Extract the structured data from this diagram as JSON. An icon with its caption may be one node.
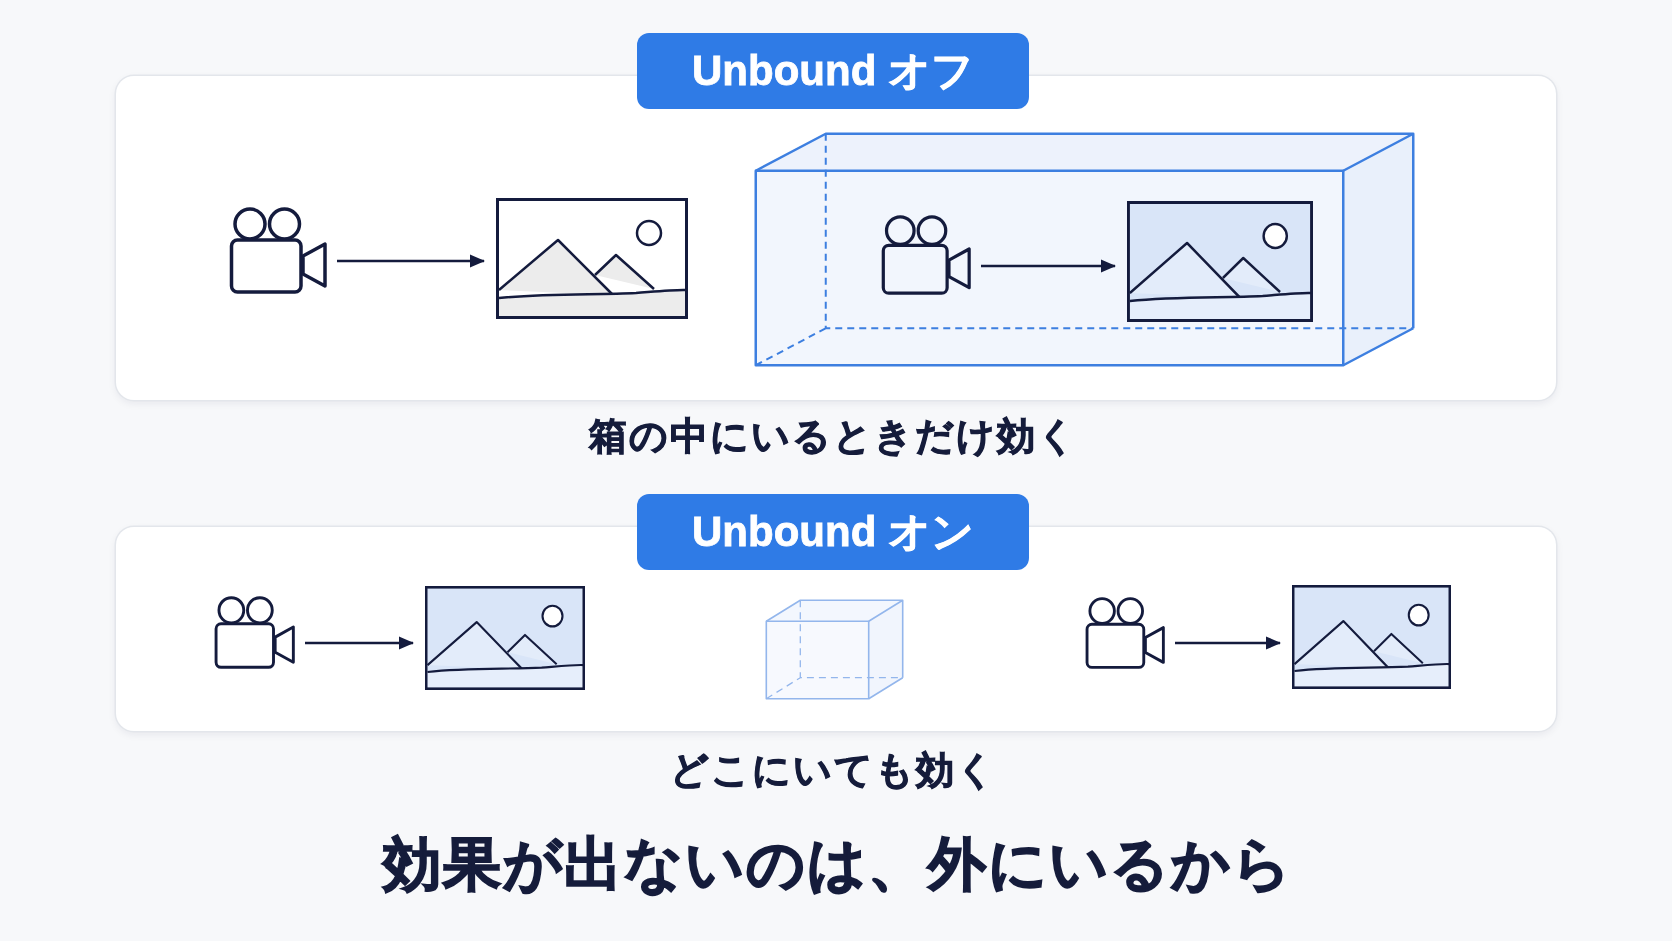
{
  "diagram": {
    "caption": "効果が出ないのは、外にいるから",
    "nodes": [
      {
        "text": [
          "Unbound オフ"
        ],
        "beside": [
          "箱の中にいるときだけ効く"
        ]
      },
      {
        "text": [],
        "shape": "picture",
        "in": 0
      },
      {
        "text": [],
        "shape": "picture",
        "in": 0
      },
      {
        "text": [],
        "shape": "box",
        "in": 0
      },
      {
        "text": [],
        "shape": "picture",
        "in": 3
      },
      {
        "text": [],
        "shape": "picture",
        "in": 3
      },
      {
        "text": [
          "Unbound オン"
        ],
        "beside": [
          "どこにいても効く"
        ]
      },
      {
        "text": [],
        "shape": "picture",
        "in": 6
      },
      {
        "text": [],
        "shape": "picture",
        "in": 6
      },
      {
        "text": [],
        "shape": "box",
        "in": 6
      },
      {
        "text": [],
        "shape": "picture",
        "in": 6
      },
      {
        "text": [],
        "shape": "picture",
        "in": 6
      }
    ],
    "edges": [
      {
        "from": 1,
        "to": 2,
        "arrow": "to"
      },
      {
        "from": 4,
        "to": 5,
        "arrow": "to"
      },
      {
        "from": 7,
        "to": 8,
        "arrow": "to"
      },
      {
        "from": 10,
        "to": 11,
        "arrow": "to"
      }
    ]
  }
}
